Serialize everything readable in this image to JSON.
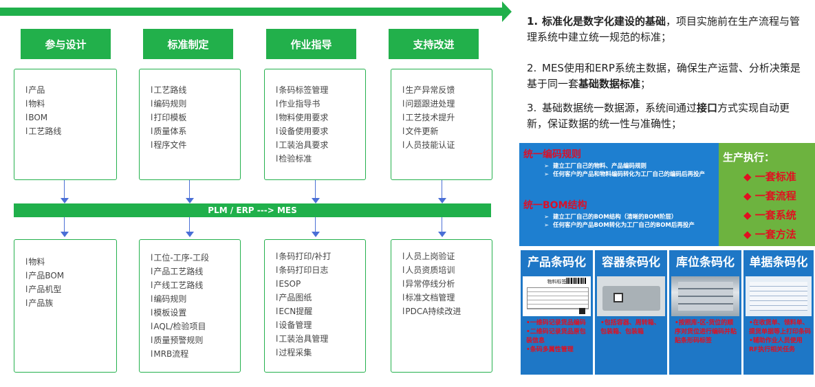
{
  "columns": [
    {
      "title": "参与设计",
      "top_items": [
        "产品",
        "物料",
        "BOM",
        "工艺路线"
      ],
      "bottom_items": [
        "物料",
        "产品BOM",
        "产品机型",
        "产品族"
      ]
    },
    {
      "title": "标准制定",
      "top_items": [
        "工艺路线",
        "编码规则",
        "打印模板",
        "质量体系",
        "程序文件"
      ],
      "bottom_items": [
        "工位-工序-工段",
        "产品工艺路线",
        "产线工艺路线",
        "编码规则",
        "模板设置",
        "AQL/检验项目",
        "质量预警规则",
        "MRB流程"
      ]
    },
    {
      "title": "作业指导",
      "top_items": [
        "条码标签管理",
        "作业指导书",
        "物料使用要求",
        "设备使用要求",
        "工装治具要求",
        "检验标准"
      ],
      "bottom_items": [
        "条码打印/补打",
        "条码打印日志",
        "ESOP",
        "产品图纸",
        "ECN提醒",
        "设备管理",
        "工装治具管理",
        "过程采集"
      ]
    },
    {
      "title": "支持改进",
      "top_items": [
        "生产异常反馈",
        "问题跟进处理",
        "工艺技术提升",
        "文件更新",
        "人员技能认证"
      ],
      "bottom_items": [
        "人员上岗验证",
        "人员资质培训",
        "异常停线分析",
        "标准文档管理",
        "PDCA持续改进"
      ]
    }
  ],
  "middle_bar": "PLM / ERP ---> MES",
  "right_points": [
    {
      "num": "1.",
      "segments": [
        {
          "t": "标准化是数字化建设的基础",
          "b": true
        },
        {
          "t": "，项目实施前在生产流程与管理系统中建立统一规范的标准；",
          "b": false
        }
      ]
    },
    {
      "num": "2.",
      "segments": [
        {
          "t": "MES使用和ERP系统主数据，确保生产运营、分析决策是基于同一套",
          "b": false
        },
        {
          "t": "基础数据标准",
          "b": true
        },
        {
          "t": "；",
          "b": false
        }
      ]
    },
    {
      "num": "3.",
      "segments": [
        {
          "t": "基础数据统一数据源，系统间通过",
          "b": false
        },
        {
          "t": "接口",
          "b": true
        },
        {
          "t": "方式实现自动更新，保证数据的统一性与准确性；",
          "b": false
        }
      ]
    }
  ],
  "blue_panel": {
    "title1": "统一编码规则",
    "bullets1": [
      "建立工厂自己的物料、产品编码规则",
      "任何客户的产品和物料编码转化为工厂自己的编码后再投产"
    ],
    "title2": "统一BOM结构",
    "bullets2": [
      "建立工厂自己的BOM结构（清晰的BOM阶层）",
      "任何客户的产品BOM转化为工厂自己的BOM后再投产"
    ]
  },
  "green_panel": {
    "title": "生产执行：",
    "items": [
      "一套标准",
      "一套流程",
      "一套系统",
      "一套方法"
    ]
  },
  "barcode_panels": [
    {
      "title": "产品条码化",
      "text": "•一维码记录货品编码\n•二维码记录货品原包装信息\n•条码多属性管理"
    },
    {
      "title": "容器条码化",
      "text": "•包括容器、周转箱、包装箱、包装箱"
    },
    {
      "title": "库位条码化",
      "text": "•按照库-区-货位的顺序对货位进行编码并粘贴条形码标签"
    },
    {
      "title": "单据条码化",
      "text": "•在收货单、领料单、提货单据等上打印条码\n•辅助作业人员使用RF执行相关任务"
    }
  ],
  "product_label": "物料标签",
  "colors": {
    "green": "#22b04b",
    "blue_line": "#4a6fd6",
    "panel_blue": "#1e77c6",
    "red": "#e01020",
    "light_green": "#6db33f"
  }
}
